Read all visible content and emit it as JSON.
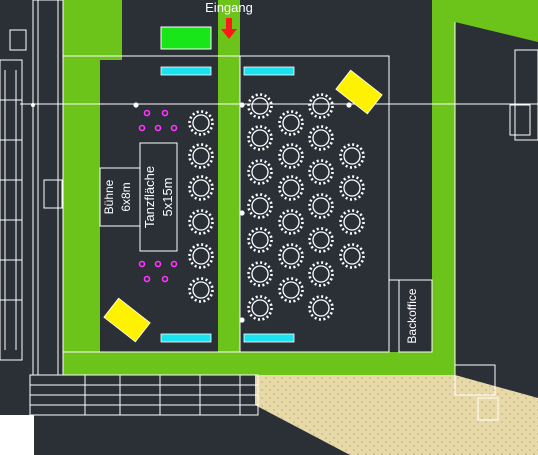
{
  "plan": {
    "entrance_label": "Eingang",
    "stage_label_line1": "Bühne",
    "stage_label_line2": "6x8m",
    "dancefloor_label_line1": "Tanzfläche",
    "dancefloor_label_line2": "5x15m",
    "backoffice_label": "Backoffice"
  },
  "colors": {
    "background": "#2b2f36",
    "aisle_green": "#6cc31a",
    "bar_green": "#19e619",
    "buffet_cyan": "#19e3f0",
    "lounge_yellow": "#fff200",
    "arrow_red": "#ff1a1a",
    "marker_magenta": "#ff33ff",
    "sand_hatch": "#e8d9a8",
    "line_white": "#ffffff"
  }
}
